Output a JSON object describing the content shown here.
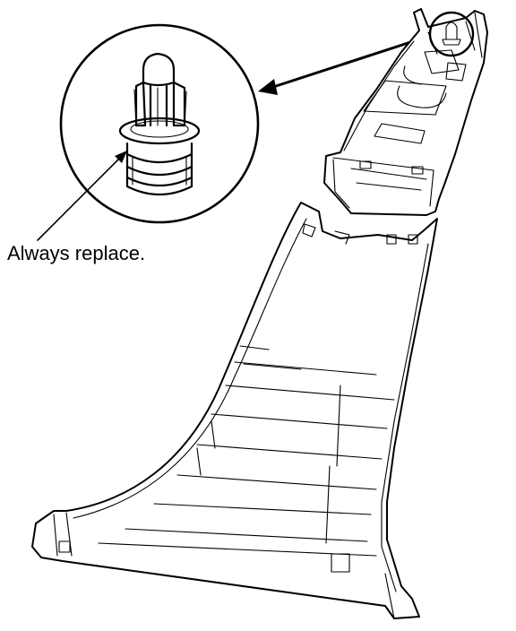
{
  "labels": {
    "callout": "Always replace."
  },
  "parts": {
    "clip": "clip-detail",
    "upper_trim": "upper-garnish-panel",
    "lower_trim": "pillar-trim-panel"
  }
}
